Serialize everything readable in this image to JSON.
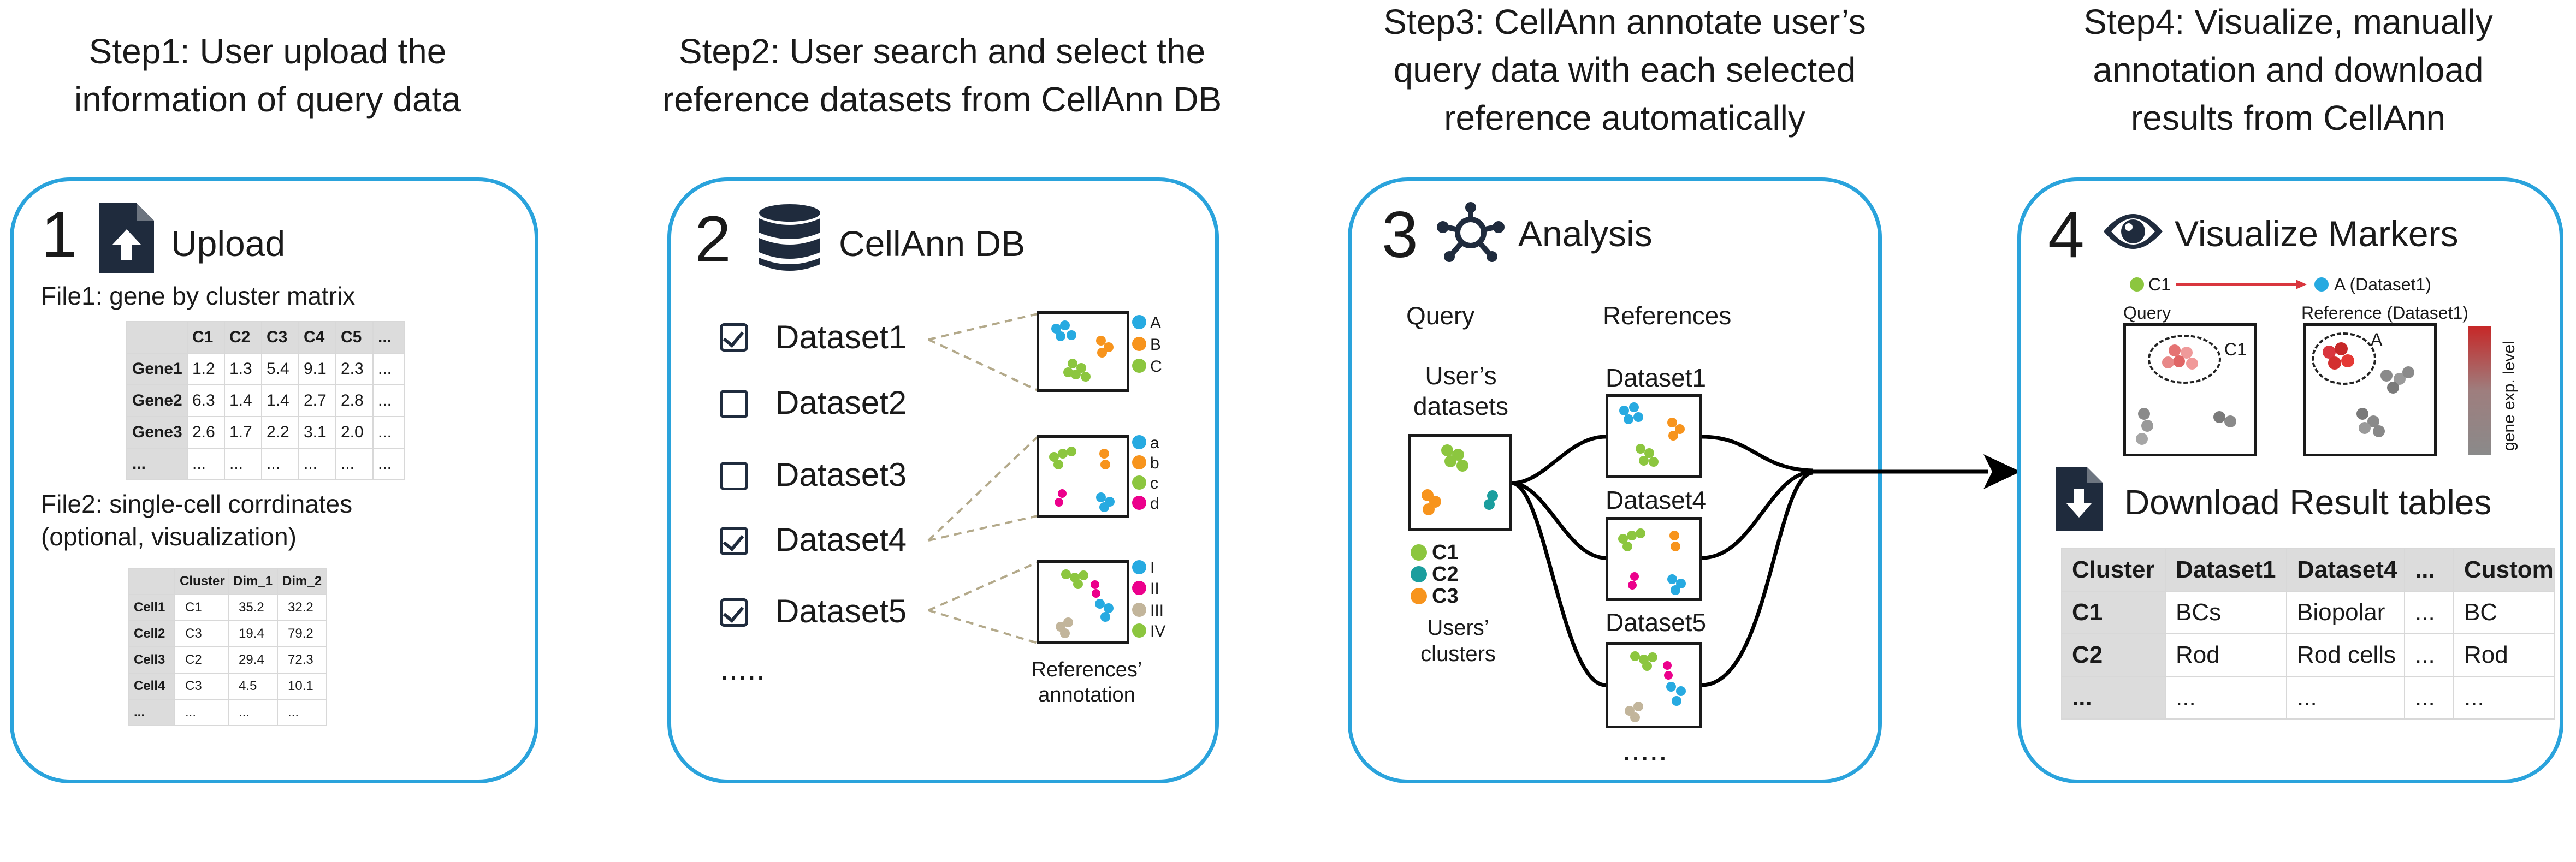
{
  "steps": [
    {
      "title": "Step1: User upload the information of query data"
    },
    {
      "title": "Step2: User search and select the reference datasets from CellAnn DB"
    },
    {
      "title": "Step3: CellAnn annotate user’s query data with each selected reference automatically"
    },
    {
      "title": "Step4: Visualize, manually annotation and download results from CellAnn"
    }
  ],
  "colors": {
    "border": "#2aa3dc",
    "icon": "#1f2b3d",
    "green": "#8cc63f",
    "orange": "#f7941d",
    "blue": "#27aae1",
    "magenta": "#ec008c",
    "teal": "#1b9e9e",
    "tan": "#c2b59b",
    "red": "#d9363e",
    "grey": "#808080"
  },
  "panel1": {
    "number": "1",
    "icon": "upload-file-icon",
    "header": "Upload",
    "file1_label": "File1: gene by cluster matrix",
    "table1": {
      "header": [
        "",
        "C1",
        "C2",
        "C3",
        "C4",
        "C5",
        "..."
      ],
      "rows": [
        [
          "Gene1",
          "1.2",
          "1.3",
          "5.4",
          "9.1",
          "2.3",
          "..."
        ],
        [
          "Gene2",
          "6.3",
          "1.4",
          "1.4",
          "2.7",
          "2.8",
          "..."
        ],
        [
          "Gene3",
          "2.6",
          "1.7",
          "2.2",
          "3.1",
          "2.0",
          "..."
        ],
        [
          "...",
          "...",
          "...",
          "...",
          "...",
          "...",
          "..."
        ]
      ]
    },
    "file2_label_1": "File2: single-cell corrdinates",
    "file2_label_2": "(optional, visualization)",
    "table2": {
      "header": [
        "",
        "Cluster",
        "Dim_1",
        "Dim_2"
      ],
      "rows": [
        [
          "Cell1",
          "C1",
          "35.2",
          "32.2"
        ],
        [
          "Cell2",
          "C3",
          "19.4",
          "79.2"
        ],
        [
          "Cell3",
          "C2",
          "29.4",
          "72.3"
        ],
        [
          "Cell4",
          "C3",
          "4.5",
          "10.1"
        ],
        [
          "...",
          "...",
          "...",
          "..."
        ]
      ]
    }
  },
  "panel2": {
    "number": "2",
    "icon": "database-icon",
    "header": "CellAnn DB",
    "datasets": [
      {
        "label": "Dataset1",
        "checked": true
      },
      {
        "label": "Dataset2",
        "checked": false
      },
      {
        "label": "Dataset3",
        "checked": false
      },
      {
        "label": "Dataset4",
        "checked": true
      },
      {
        "label": "Dataset5",
        "checked": true
      }
    ],
    "more": ".....",
    "legend1": [
      "A",
      "B",
      "C"
    ],
    "legend2": [
      "a",
      "b",
      "c",
      "d"
    ],
    "legend3": [
      "I",
      "II",
      "III",
      "IV"
    ],
    "caption_1": "References’",
    "caption_2": "annotation"
  },
  "panel3": {
    "number": "3",
    "icon": "network-icon",
    "header": "Analysis",
    "query_label": "Query",
    "refs_label": "References",
    "user_ds_1": "User’s",
    "user_ds_2": "datasets",
    "clusters": [
      "C1",
      "C2",
      "C3"
    ],
    "users_clusters_1": "Users’",
    "users_clusters_2": "clusters",
    "ref_names": [
      "Dataset1",
      "Dataset4",
      "Dataset5"
    ],
    "more": "....."
  },
  "panel4": {
    "number": "4",
    "icon": "eye-icon",
    "header": "Visualize Markers",
    "map_from": "C1",
    "map_to": "A (Dataset1)",
    "query_plot_label": "Query",
    "ref_plot_label": "Reference (Dataset1)",
    "query_cluster": "C1",
    "ref_cluster": "A",
    "colorbar_label": "gene exp. level",
    "download_icon": "download-file-icon",
    "download_header": "Download Result tables",
    "result_table": {
      "header": [
        "Cluster",
        "Dataset1",
        "Dataset4",
        "...",
        "Custom"
      ],
      "rows": [
        [
          "C1",
          "BCs",
          "Biopolar",
          "...",
          "BC"
        ],
        [
          "C2",
          "Rod",
          "Rod cells",
          "...",
          "Rod"
        ],
        [
          "...",
          "...",
          "...",
          "...",
          "..."
        ]
      ]
    }
  }
}
